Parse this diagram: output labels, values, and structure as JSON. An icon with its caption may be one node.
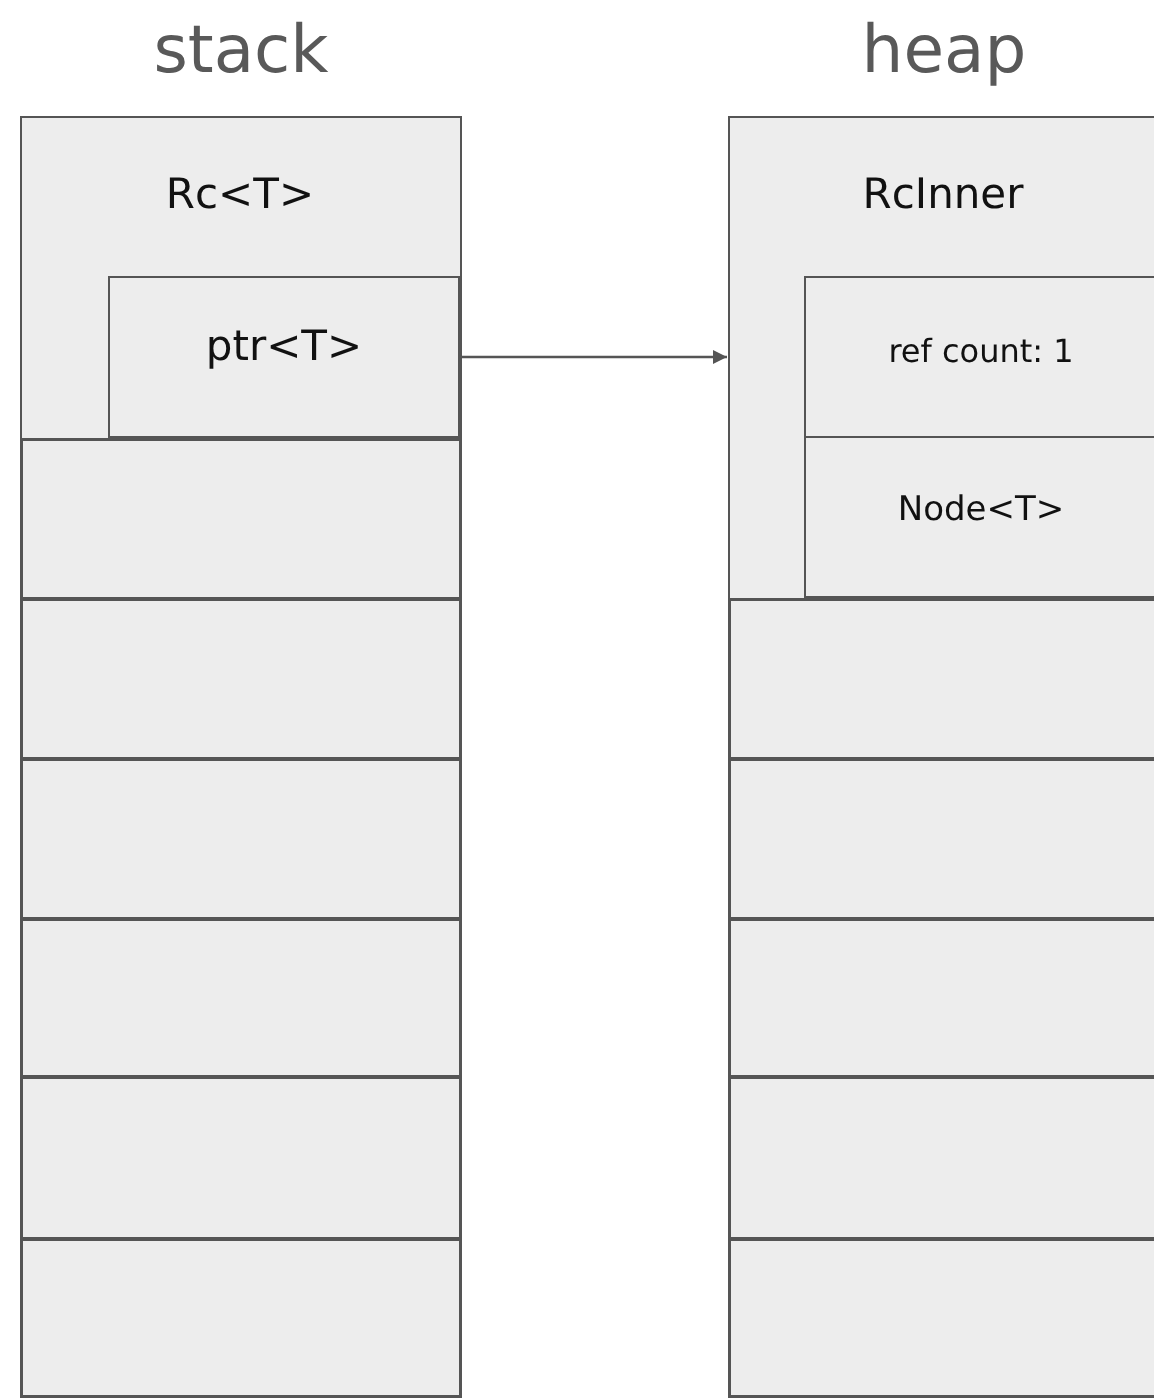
{
  "diagram": {
    "nodes": [
      {
        "text": [
          "stack"
        ]
      },
      {
        "text": [
          "Rc<T>"
        ],
        "in": 0
      },
      {
        "text": [
          "ptr<T>"
        ],
        "in": 1
      },
      {
        "text": [],
        "shape": "box",
        "in": 0
      },
      {
        "text": [],
        "shape": "box",
        "in": 0
      },
      {
        "text": [],
        "shape": "box",
        "in": 0
      },
      {
        "text": [],
        "shape": "box",
        "in": 0
      },
      {
        "text": [],
        "shape": "box",
        "in": 0
      },
      {
        "text": [],
        "shape": "box",
        "in": 0
      },
      {
        "text": [
          "heap"
        ]
      },
      {
        "text": [
          "RcInner"
        ],
        "in": 9
      },
      {
        "text": [],
        "shape": "box",
        "in": 10
      },
      {
        "text": [
          "ref count: 1"
        ],
        "in": 11
      },
      {
        "text": [
          "Node<T>"
        ],
        "in": 11
      },
      {
        "text": [],
        "shape": "box",
        "in": 9
      },
      {
        "text": [],
        "shape": "box",
        "in": 9
      },
      {
        "text": [],
        "shape": "box",
        "in": 9
      },
      {
        "text": [],
        "shape": "box",
        "in": 9
      },
      {
        "text": [],
        "shape": "box",
        "in": 9
      }
    ],
    "edges": [
      {
        "from": 2,
        "to": 10,
        "arrow": "to"
      }
    ]
  }
}
